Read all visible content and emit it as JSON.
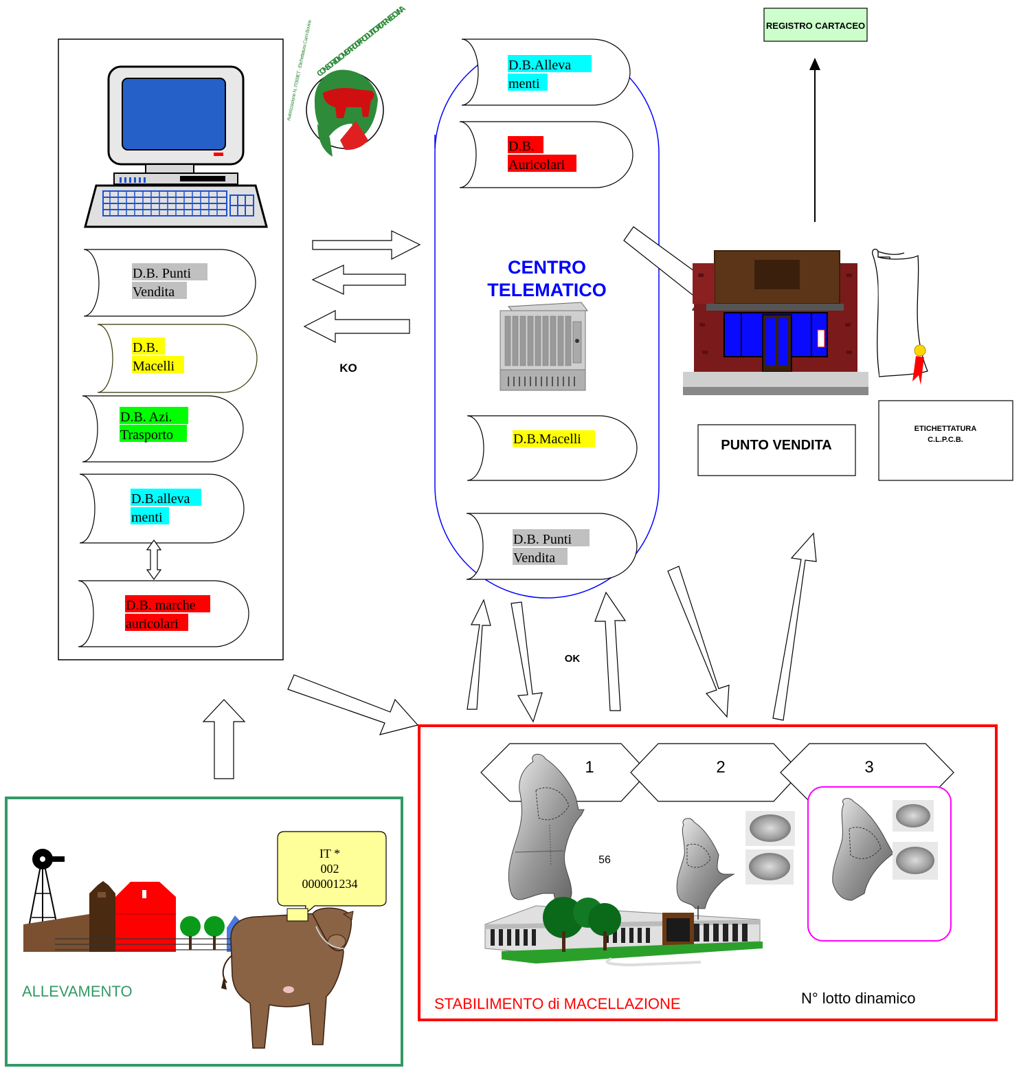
{
  "colors": {
    "cyan": "#00FFFF",
    "red": "#FF0000",
    "yellow": "#FFFF00",
    "green": "#00FF00",
    "gray": "#C0C0C0",
    "center_blue": "#0000FF",
    "farm_green": "#339966",
    "slaughter_red": "#FF0000",
    "lot_magenta": "#FF00FF",
    "register_green": "#CCFFCC",
    "tag_yellow": "#FFFF99"
  },
  "left_panel": {
    "db_items": [
      {
        "line1": "D.B. Punti",
        "line2": "Vendita",
        "color": "#C0C0C0"
      },
      {
        "line1": "D.B.",
        "line2": "Macelli",
        "color": "#FFFF00"
      },
      {
        "line1": "D.B. Azi.",
        "line2": "Trasporto",
        "color": "#00FF00"
      },
      {
        "line1": "D.B.alleva",
        "line2": "menti",
        "color": "#00FFFF"
      },
      {
        "line1": "D.B. marche",
        "line2": "auricolari",
        "color": "#FF0000"
      }
    ]
  },
  "logo": {
    "text": "CONSORZIO LOMBARDO PRODUTTORI CARNE BOVINA",
    "authorization": "Autorizzazione N. IT009ET - Etichettatura Carni Bovine"
  },
  "center": {
    "title_line1": "CENTRO",
    "title_line2": "TELEMATICO",
    "db_items": [
      {
        "line1": "D.B.Alleva",
        "line2": "menti",
        "color": "#00FFFF"
      },
      {
        "line1": "D.B.",
        "line2": "Auricolari",
        "color": "#FF0000"
      },
      {
        "line1": "D.B.Macelli",
        "line2": "",
        "color": "#FFFF00"
      },
      {
        "line1": "D.B. Punti",
        "line2": "Vendita",
        "color": "#C0C0C0"
      }
    ]
  },
  "labels": {
    "ko": "KO",
    "ok": "OK",
    "registro": "REGISTRO CARTACEO",
    "punto_vendita": "PUNTO VENDITA",
    "etichettatura_line1": "ETICHETTATURA",
    "etichettatura_line2": "C.L.P.C.B.",
    "allevamento": "ALLEVAMENTO",
    "stabilimento": "STABILIMENTO di MACELLAZIONE",
    "lotto": "N° lotto dinamico",
    "step1": "1",
    "step2": "2",
    "step3": "3",
    "number_56": "56"
  },
  "ear_tag": {
    "line1": "IT  *",
    "line2": "002",
    "line3": "000001234"
  }
}
